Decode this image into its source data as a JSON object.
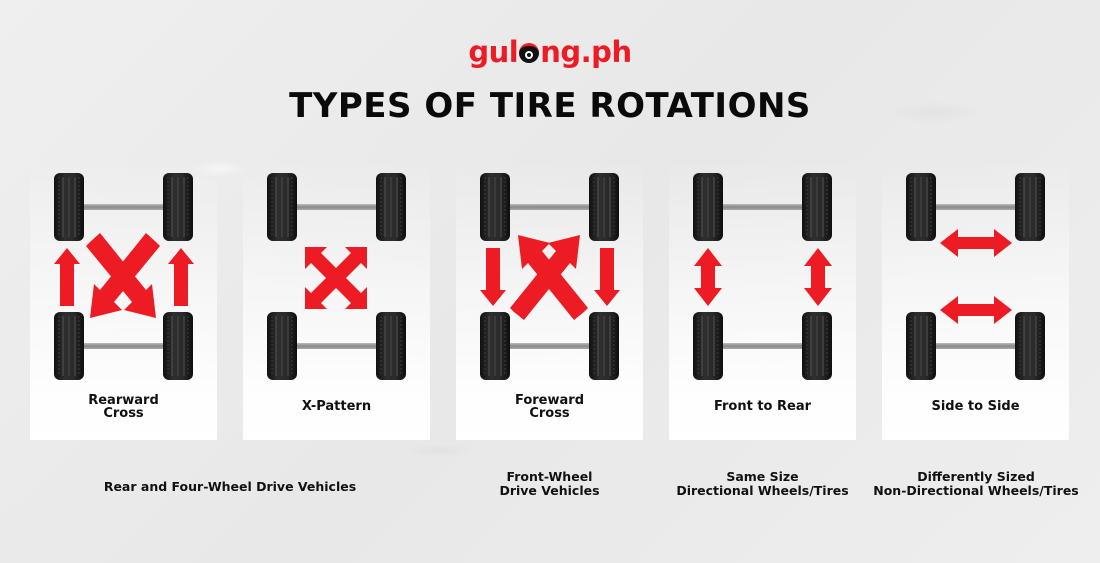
{
  "header": {
    "logo_prefix": "gul",
    "logo_suffix": "ng.ph",
    "title": "TYPES OF TIRE ROTATIONS"
  },
  "colors": {
    "accent_red": "#ED1C24",
    "tire": "#1a1a1a",
    "axle": "#9a9a9a",
    "background": "#ECECEC"
  },
  "cards": [
    {
      "id": "rearward-cross",
      "label_line1": "Rearward",
      "label_line2": "Cross",
      "arrows": "rearward-cross"
    },
    {
      "id": "x-pattern",
      "label_line1": "X-Pattern",
      "label_line2": "",
      "arrows": "x-pattern"
    },
    {
      "id": "foreward-cross",
      "label_line1": "Foreward",
      "label_line2": "Cross",
      "arrows": "foreward-cross"
    },
    {
      "id": "front-to-rear",
      "label_line1": "Front to Rear",
      "label_line2": "",
      "arrows": "front-to-rear"
    },
    {
      "id": "side-to-side",
      "label_line1": "Side to Side",
      "label_line2": "",
      "arrows": "side-to-side"
    }
  ],
  "captions": [
    {
      "line1": "Rear and Four-Wheel Drive Vehicles",
      "line2": ""
    },
    {
      "line1": "Front-Wheel",
      "line2": "Drive Vehicles"
    },
    {
      "line1": "Same Size",
      "line2": "Directional Wheels/Tires"
    },
    {
      "line1": "Differently Sized",
      "line2": "Non-Directional Wheels/Tires"
    }
  ]
}
